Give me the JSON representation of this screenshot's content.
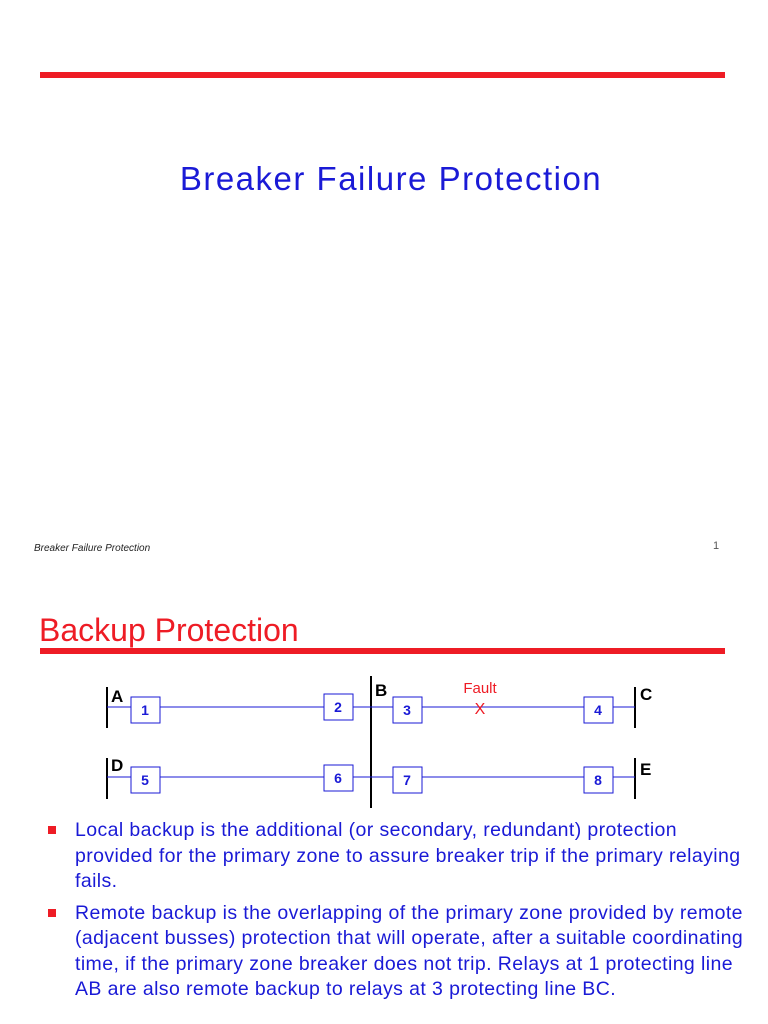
{
  "slide1": {
    "title": "Breaker Failure Protection",
    "footer_left": "Breaker Failure Protection",
    "page_number": "1"
  },
  "slide2": {
    "title": "Backup Protection",
    "diagram": {
      "bus_labels": {
        "a": "A",
        "b": "B",
        "c": "C",
        "d": "D",
        "e": "E"
      },
      "breakers": [
        "1",
        "2",
        "3",
        "4",
        "5",
        "6",
        "7",
        "8"
      ],
      "fault_label": "Fault",
      "fault_mark": "X",
      "colors": {
        "line": "#1a1ad6",
        "fault": "#ee1c25",
        "bus": "#000000"
      }
    },
    "bullets": [
      "Local backup is the additional (or secondary, redundant) protection provided for the primary zone to assure breaker trip if the primary relaying fails.",
      "Remote backup is the overlapping of the primary zone provided by remote (adjacent busses) protection that will operate, after a suitable coordinating time, if the primary zone breaker does not trip. Relays at 1 protecting line AB are also remote backup to relays at 3 protecting line BC."
    ]
  }
}
